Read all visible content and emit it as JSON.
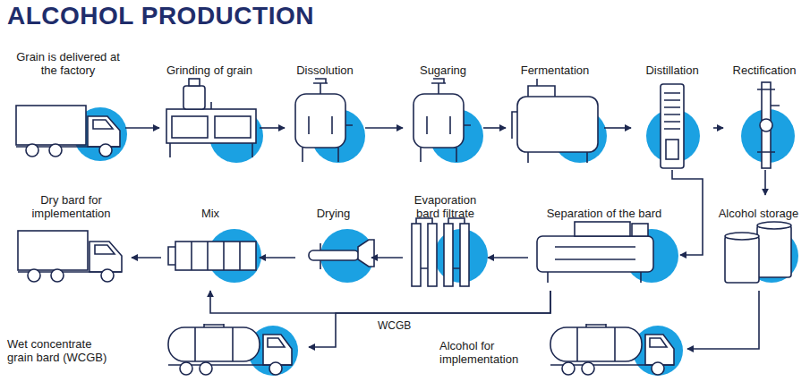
{
  "diagram": {
    "title": "ALCOHOL PRODUCTION",
    "nodes": [
      {
        "text": [
          "Grain is delivered at the factory"
        ]
      },
      {
        "text": [
          "Grinding of grain"
        ]
      },
      {
        "text": [
          "Dissolution"
        ]
      },
      {
        "text": [
          "Sugaring"
        ]
      },
      {
        "text": [
          "Fermentation"
        ]
      },
      {
        "text": [
          "Distillation"
        ]
      },
      {
        "text": [
          "Rectification"
        ]
      },
      {
        "text": [
          "Alcohol storage"
        ]
      },
      {
        "text": [
          "Separation of the bard"
        ]
      },
      {
        "text": [
          "Evaporation bard filtrate"
        ]
      },
      {
        "text": [
          "Drying"
        ]
      },
      {
        "text": [
          "Mix"
        ]
      },
      {
        "text": [
          "Dry bard for implementation"
        ]
      },
      {
        "text": [
          "Wet concentrate grain bard (WCGB)"
        ]
      },
      {
        "text": [
          "Alcohol for implementation"
        ]
      }
    ],
    "edges": [
      {
        "from": 0,
        "to": 1,
        "arrow": "to"
      },
      {
        "from": 1,
        "to": 2,
        "arrow": "to"
      },
      {
        "from": 2,
        "to": 3,
        "arrow": "to"
      },
      {
        "from": 3,
        "to": 4,
        "arrow": "to"
      },
      {
        "from": 4,
        "to": 5,
        "arrow": "to"
      },
      {
        "from": 5,
        "to": 6,
        "arrow": "to"
      },
      {
        "from": 6,
        "to": 7,
        "arrow": "to"
      },
      {
        "from": 5,
        "to": 8,
        "arrow": "to"
      },
      {
        "from": 7,
        "to": 14,
        "arrow": "to"
      },
      {
        "from": 8,
        "to": 9,
        "arrow": "to"
      },
      {
        "from": 9,
        "to": 10,
        "arrow": "to"
      },
      {
        "from": 10,
        "to": 11,
        "arrow": "to"
      },
      {
        "from": 11,
        "to": 12,
        "arrow": "to"
      },
      {
        "from": 8,
        "to": 11,
        "label": "WCGB",
        "arrow": "to"
      },
      {
        "from": 8,
        "to": 13,
        "arrow": "to"
      }
    ]
  }
}
